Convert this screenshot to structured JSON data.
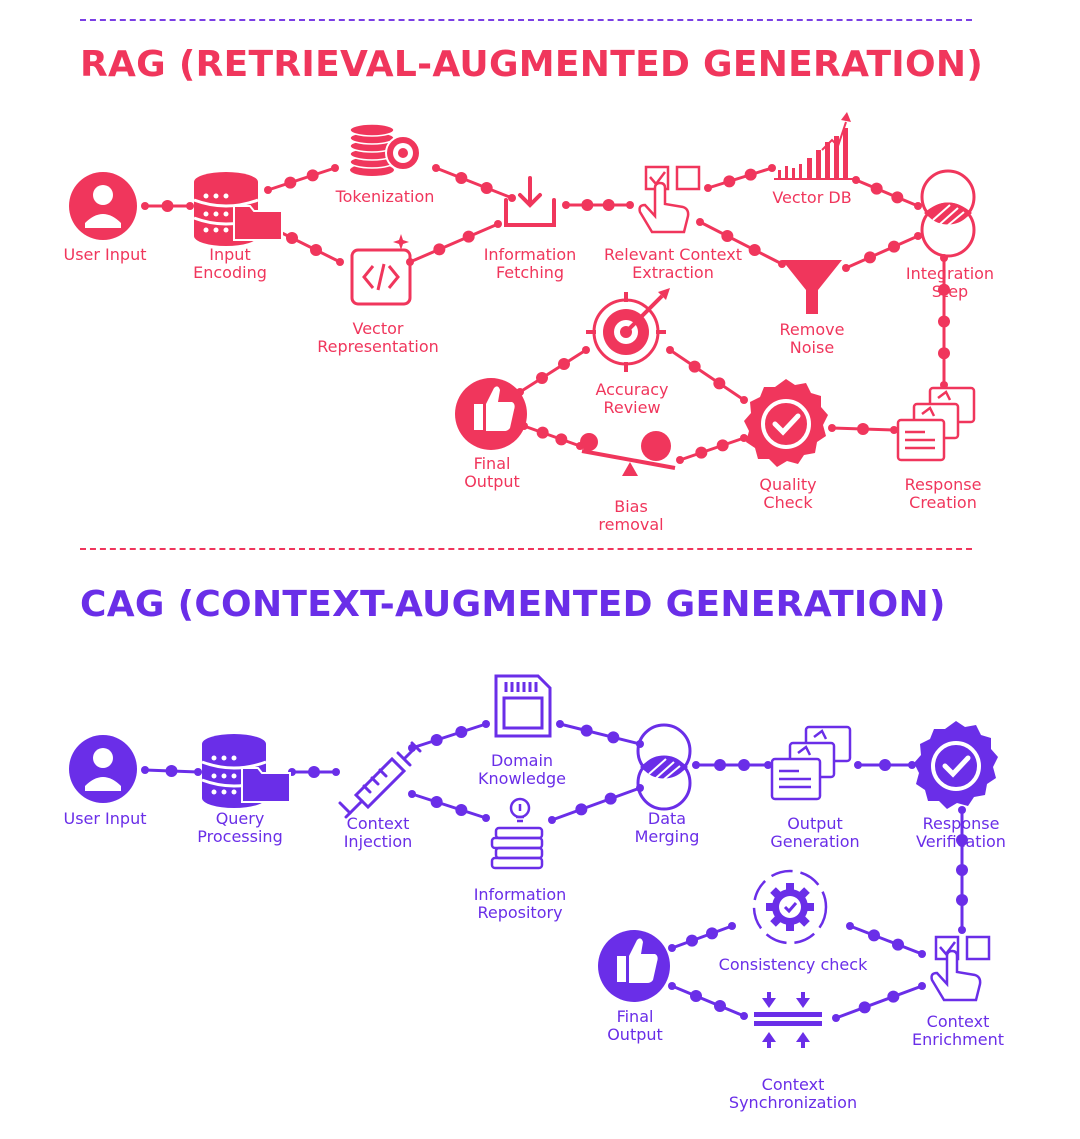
{
  "colors": {
    "rag": "#f0365c",
    "cag": "#6a2ee8",
    "divider_top": "#7b3fe4",
    "divider_mid": "#f0365c"
  },
  "rag": {
    "title": "RAG (RETRIEVAL-AUGMENTED GENERATION)",
    "nodes": {
      "user_input": "User Input",
      "input_encoding": "Input\nEncoding",
      "tokenization": "Tokenization",
      "vector_representation": "Vector\nRepresentation",
      "information_fetching": "Information\nFetching",
      "relevant_context_extraction": "Relevant Context\nExtraction",
      "vector_db": "Vector DB",
      "remove_noise": "Remove\nNoise",
      "integration_step": "Integration\nStep",
      "response_creation": "Response\nCreation",
      "quality_check": "Quality\nCheck",
      "accuracy_review": "Accuracy\nReview",
      "bias_removal": "Bias\nremoval",
      "final_output": "Final\nOutput"
    }
  },
  "cag": {
    "title": "CAG (CONTEXT-AUGMENTED GENERATION)",
    "nodes": {
      "user_input": "User Input",
      "query_processing": "Query\nProcessing",
      "context_injection": "Context\nInjection",
      "domain_knowledge": "Domain\nKnowledge",
      "information_repository": "Information\nRepository",
      "data_merging": "Data\nMerging",
      "output_generation": "Output\nGeneration",
      "response_verification": "Response\nVerification",
      "context_enrichment": "Context\nEnrichment",
      "consistency_check": "Consistency check",
      "context_synchronization": "Context\nSynchronization",
      "final_output": "Final\nOutput"
    }
  }
}
